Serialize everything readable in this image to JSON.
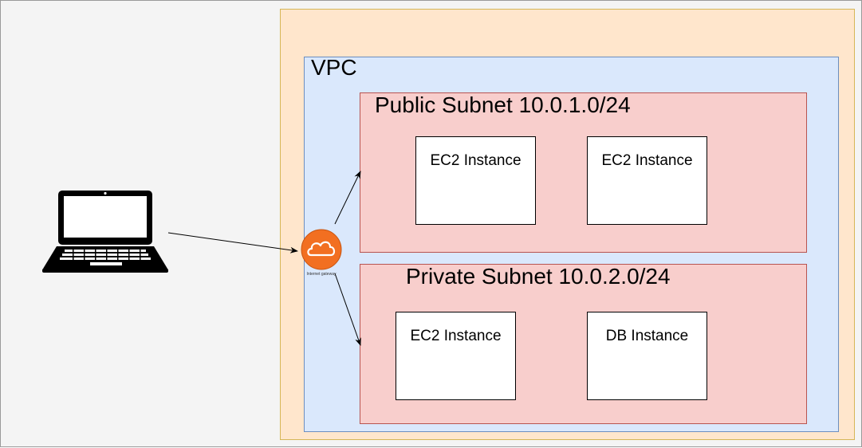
{
  "diagram": {
    "vpc_label": "VPC",
    "public_subnet": {
      "label": "Public Subnet 10.0.1.0/24",
      "instances": [
        "EC2 Instance",
        "EC2 Instance"
      ]
    },
    "private_subnet": {
      "label": "Private Subnet 10.0.2.0/24",
      "instances": [
        "EC2 Instance",
        "DB Instance"
      ]
    },
    "gateway": {
      "label": "Internet gateway",
      "icon": "cloud-icon"
    },
    "client": {
      "icon": "laptop-icon"
    },
    "colors": {
      "region_fill": "#ffe6cc",
      "region_stroke": "#d6b656",
      "vpc_fill": "#dae8fc",
      "vpc_stroke": "#6c8ebf",
      "subnet_fill": "#f8cecc",
      "subnet_stroke": "#b85450",
      "gateway": "#f26f21"
    }
  }
}
